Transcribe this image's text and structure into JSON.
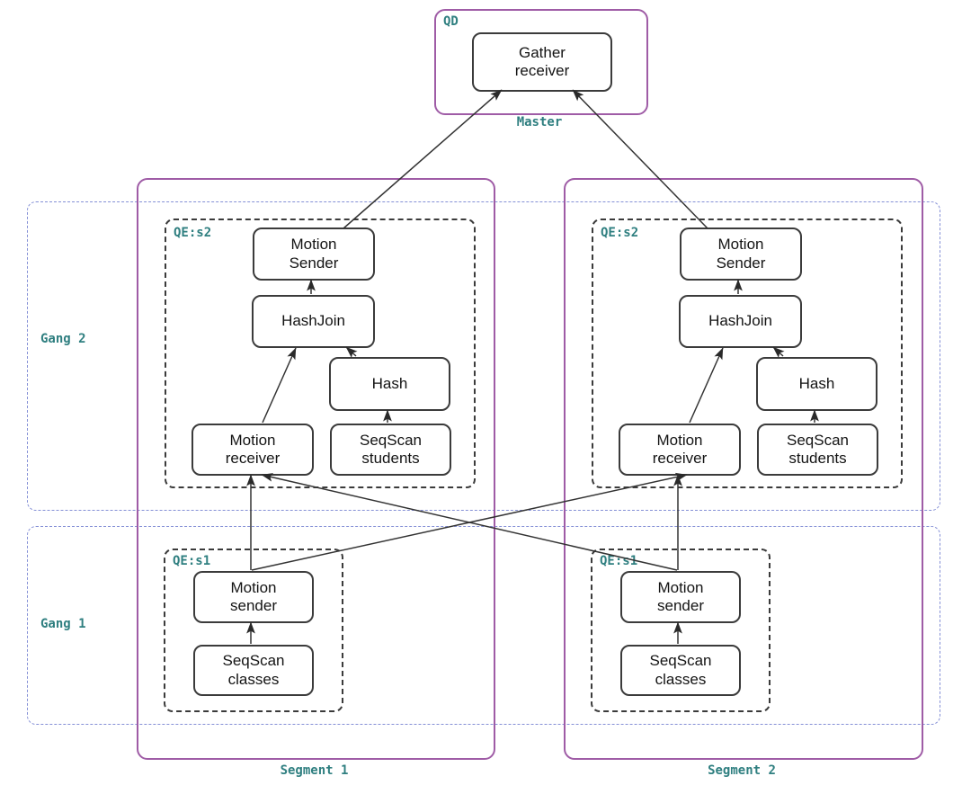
{
  "colors": {
    "container_purple": "#9f5ca6",
    "gang_band_blue": "#8590d6",
    "label_teal": "#2f7f80",
    "node_border": "#3b3b3b"
  },
  "master": {
    "container_label": "QD",
    "node": "Gather\nreceiver",
    "caption": "Master"
  },
  "gangs": [
    {
      "label": "Gang 2"
    },
    {
      "label": "Gang 1"
    }
  ],
  "segments": [
    {
      "caption": "Segment 1",
      "qe_s2": {
        "label": "QE:s2",
        "motion_sender": "Motion\nSender",
        "hashjoin": "HashJoin",
        "hash": "Hash",
        "motion_receiver": "Motion\nreceiver",
        "seqscan_students": "SeqScan\nstudents"
      },
      "qe_s1": {
        "label": "QE:s1",
        "motion_sender": "Motion\nsender",
        "seqscan_classes": "SeqScan\nclasses"
      }
    },
    {
      "caption": "Segment 2",
      "qe_s2": {
        "label": "QE:s2",
        "motion_sender": "Motion\nSender",
        "hashjoin": "HashJoin",
        "hash": "Hash",
        "motion_receiver": "Motion\nreceiver",
        "seqscan_students": "SeqScan\nstudents"
      },
      "qe_s1": {
        "label": "QE:s1",
        "motion_sender": "Motion\nsender",
        "seqscan_classes": "SeqScan\nclasses"
      }
    }
  ]
}
